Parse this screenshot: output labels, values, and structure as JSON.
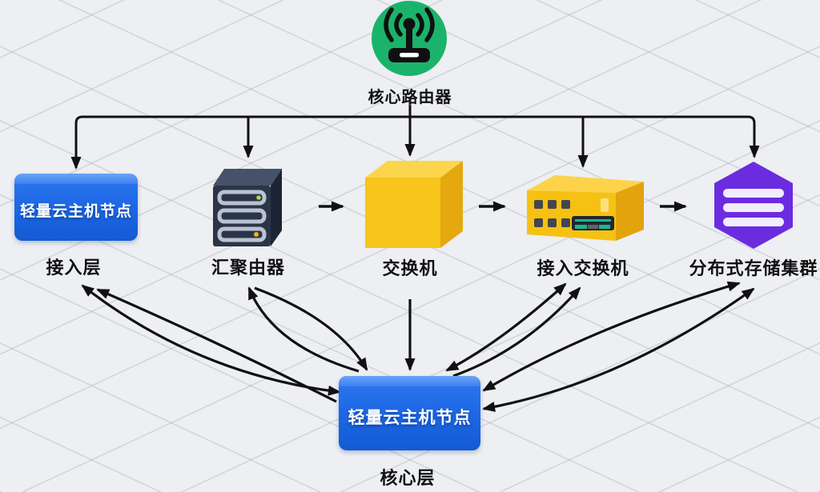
{
  "diagram": {
    "top": {
      "label": "核心路由器",
      "icon": "router-antenna-icon"
    },
    "middle": [
      {
        "id": "access-layer-node",
        "box_text": "轻量云主机节点",
        "label": "接入层"
      },
      {
        "id": "aggregation-router",
        "icon": "rack-server-icon",
        "label": "汇聚由器"
      },
      {
        "id": "switch",
        "icon": "cube-icon",
        "label": "交换机"
      },
      {
        "id": "access-switch",
        "icon": "flat-switch-icon",
        "label": "接入交换机"
      },
      {
        "id": "storage-cluster",
        "icon": "hexagon-database-icon",
        "label": "分布式存储集群"
      }
    ],
    "bottom": {
      "box_text": "轻量云主机节点",
      "label": "核心层"
    }
  },
  "colors": {
    "background": "#edeff2",
    "grid_line": "#d3d7dc",
    "router_green": "#1bb36b",
    "node_blue": "#1b66e4",
    "cube_yellow": "#f6c319",
    "storage_purple": "#6b2ce0",
    "server_navy": "#2b3547",
    "arrow_black": "#111111"
  }
}
